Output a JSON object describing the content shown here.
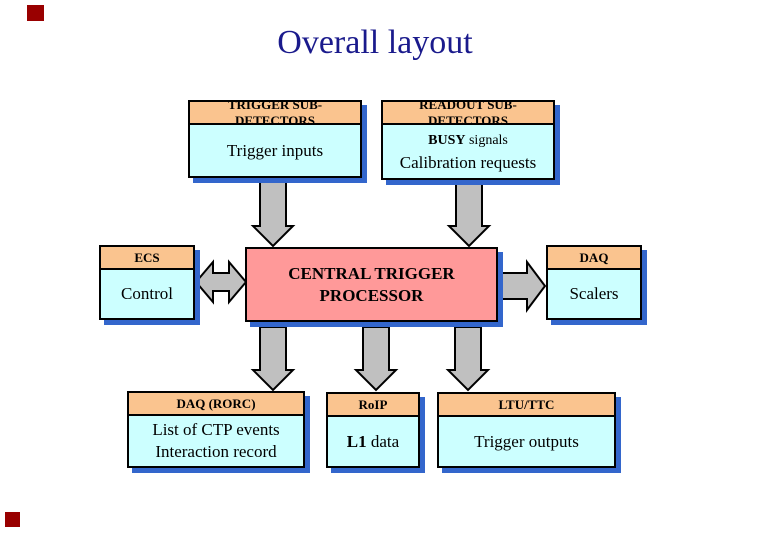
{
  "title": "Overall layout",
  "colors": {
    "title": "#1A1A8C",
    "line": "#000000",
    "canvas": "#FFFFFF",
    "header_bg": "#FAC48F",
    "body_bg": "#CCFFFF",
    "center_bg": "#FF9999",
    "shadow": "#3366CC",
    "arrow": "#C0C0C0",
    "marker": "#990000"
  },
  "boxes": {
    "trigger": {
      "header": "TRIGGER SUB-DETECTORS",
      "body": "Trigger inputs"
    },
    "readout": {
      "header": "READOUT SUB-DETECTORS",
      "busy": "BUSY",
      "busy_rest": " signals",
      "line2": "Calibration requests"
    },
    "ecs": {
      "header": "ECS",
      "body": "Control"
    },
    "ctp": {
      "line1": "CENTRAL TRIGGER",
      "line2": "PROCESSOR"
    },
    "daq": {
      "header": "DAQ",
      "body": "Scalers"
    },
    "rorc": {
      "header": "DAQ (RORC)",
      "line1": "List of CTP events",
      "line2": "Interaction record"
    },
    "roip": {
      "header": "RoIP",
      "bold": "L1",
      "rest": " data"
    },
    "ltu": {
      "header": "LTU/TTC",
      "body": "Trigger outputs"
    }
  }
}
